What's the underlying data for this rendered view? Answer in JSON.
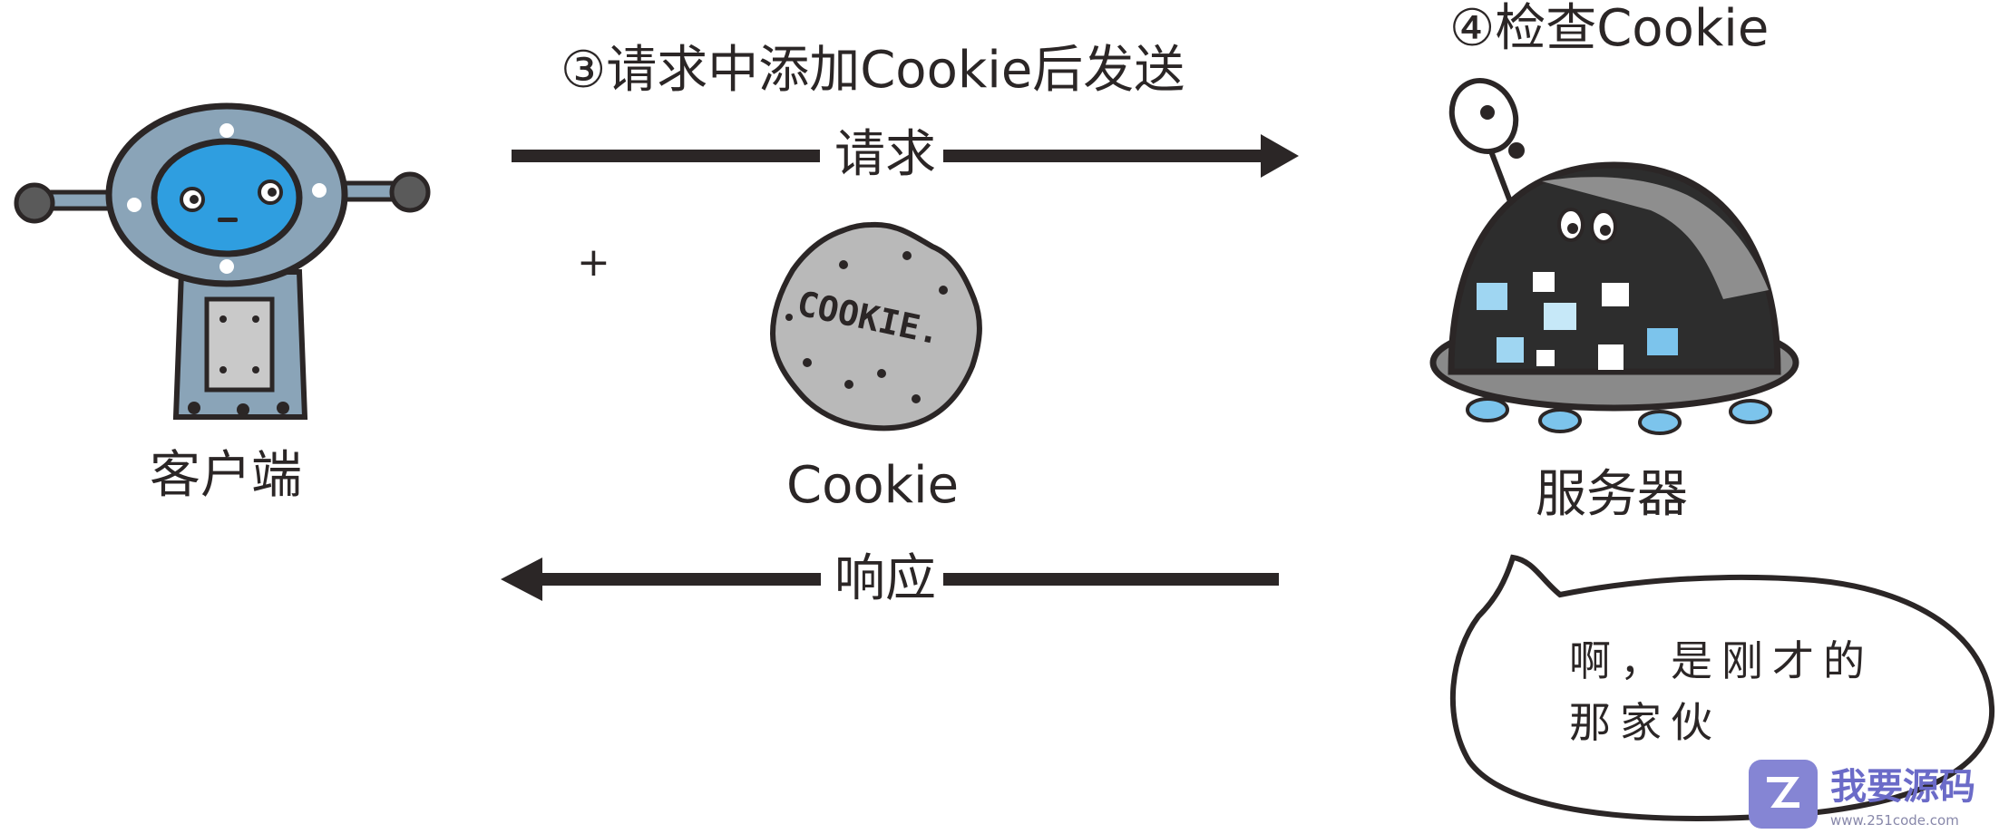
{
  "steps": {
    "step3": "③请求中添加Cookie后发送",
    "step4": "④检查Cookie"
  },
  "arrows": {
    "request_label": "请求",
    "response_label": "响应"
  },
  "nodes": {
    "client": "客户端",
    "cookie": "Cookie",
    "server": "服务器",
    "cookie_stamp": "COOKIE."
  },
  "plus_sign": "+",
  "speech_bubble": {
    "line1": "啊，是刚才的",
    "line2": "那家伙"
  },
  "watermark": {
    "brand": "我要源码",
    "url": "www.251code.com"
  },
  "colors": {
    "ink": "#2b2626",
    "robot_body": "#8aa4b8",
    "robot_face": "#2f9ee0",
    "cookie": "#b9b9b9",
    "server_dome": "#2d2d2d",
    "server_window": "#9fd6f2",
    "accent_blue": "#7cc4ec"
  }
}
